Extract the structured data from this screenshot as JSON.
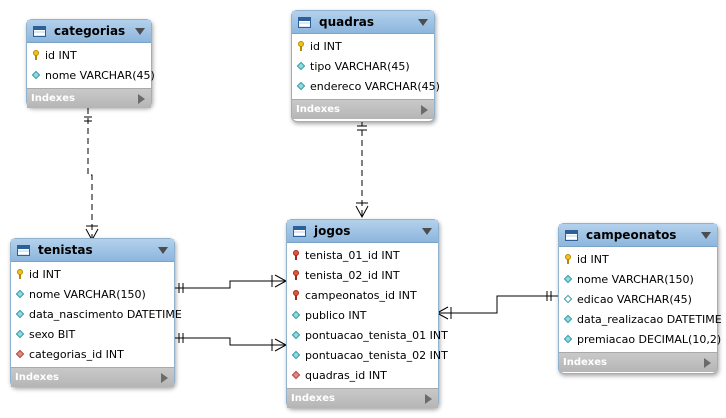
{
  "tables": {
    "categorias": {
      "name": "categorias",
      "columns": [
        {
          "icon": "key-icon",
          "text": "id INT"
        },
        {
          "icon": "column-diamond-icon",
          "text": "nome VARCHAR(45)"
        }
      ],
      "footer": "Indexes"
    },
    "quadras": {
      "name": "quadras",
      "columns": [
        {
          "icon": "key-icon",
          "text": "id INT"
        },
        {
          "icon": "column-diamond-icon",
          "text": "tipo VARCHAR(45)"
        },
        {
          "icon": "column-diamond-icon",
          "text": "endereco VARCHAR(45)"
        }
      ],
      "footer": "Indexes"
    },
    "tenistas": {
      "name": "tenistas",
      "columns": [
        {
          "icon": "key-icon",
          "text": "id INT"
        },
        {
          "icon": "column-diamond-icon",
          "text": "nome VARCHAR(150)"
        },
        {
          "icon": "column-diamond-icon",
          "text": "data_nascimento DATETIME"
        },
        {
          "icon": "column-diamond-icon",
          "text": "sexo BIT"
        },
        {
          "icon": "fk-diamond-icon",
          "text": "categorias_id INT"
        }
      ],
      "footer": "Indexes"
    },
    "jogos": {
      "name": "jogos",
      "columns": [
        {
          "icon": "fk-key-icon",
          "text": "tenista_01_id INT"
        },
        {
          "icon": "fk-key-icon",
          "text": "tenista_02_id INT"
        },
        {
          "icon": "fk-key-icon",
          "text": "campeonatos_id INT"
        },
        {
          "icon": "column-diamond-icon",
          "text": "publico INT"
        },
        {
          "icon": "column-diamond-icon",
          "text": "pontuacao_tenista_01 INT"
        },
        {
          "icon": "column-diamond-icon",
          "text": "pontuacao_tenista_02 INT"
        },
        {
          "icon": "fk-diamond-icon",
          "text": "quadras_id INT"
        }
      ],
      "footer": "Indexes"
    },
    "campeonatos": {
      "name": "campeonatos",
      "columns": [
        {
          "icon": "key-icon",
          "text": "id INT"
        },
        {
          "icon": "column-diamond-icon",
          "text": "nome VARCHAR(150)"
        },
        {
          "icon": "nullable-diamond-icon",
          "text": "edicao VARCHAR(45)"
        },
        {
          "icon": "column-diamond-icon",
          "text": "data_realizacao DATETIME"
        },
        {
          "icon": "column-diamond-icon",
          "text": "premiacao DECIMAL(10,2)"
        }
      ],
      "footer": "Indexes"
    }
  },
  "colors": {
    "header": "#8db6dd",
    "border": "#8fb2cf",
    "footer": "#bdbdbd",
    "line": "#000000"
  }
}
